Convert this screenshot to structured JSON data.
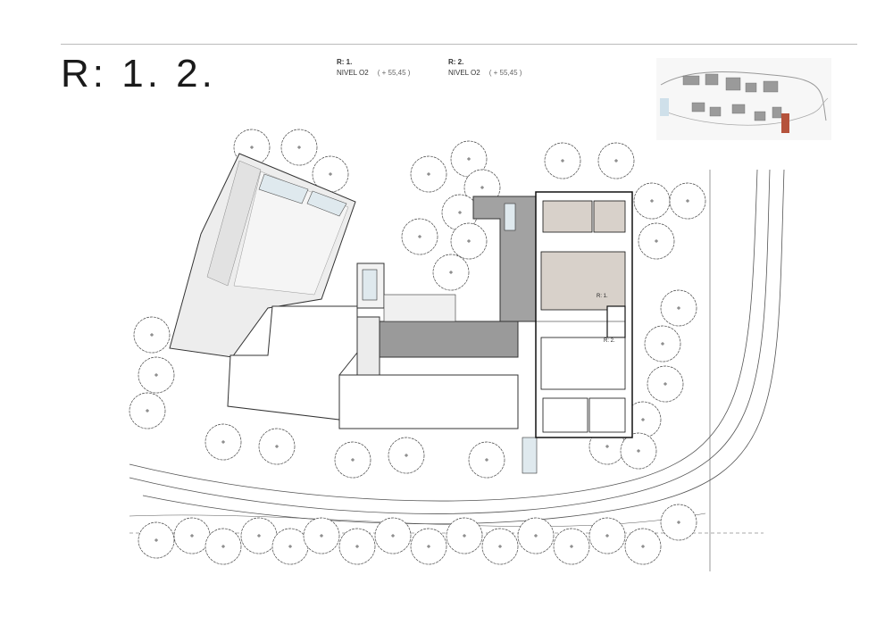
{
  "header": {
    "title": "R: 1. 2.",
    "units": [
      {
        "unit": "R: 1.",
        "level": "NIVEL O2",
        "elevation": "( + 55,45 )"
      },
      {
        "unit": "R: 2.",
        "level": "NIVEL O2",
        "elevation": "( + 55,45 )"
      }
    ]
  },
  "plan": {
    "unit_labels": [
      "R: 1.",
      "R: 2."
    ],
    "colors": {
      "highlight_unit": "#d8d1ca",
      "terrace": "#9a9a9a",
      "keymap_highlight": "#b5533c",
      "pool": "#dfe9ee"
    }
  }
}
